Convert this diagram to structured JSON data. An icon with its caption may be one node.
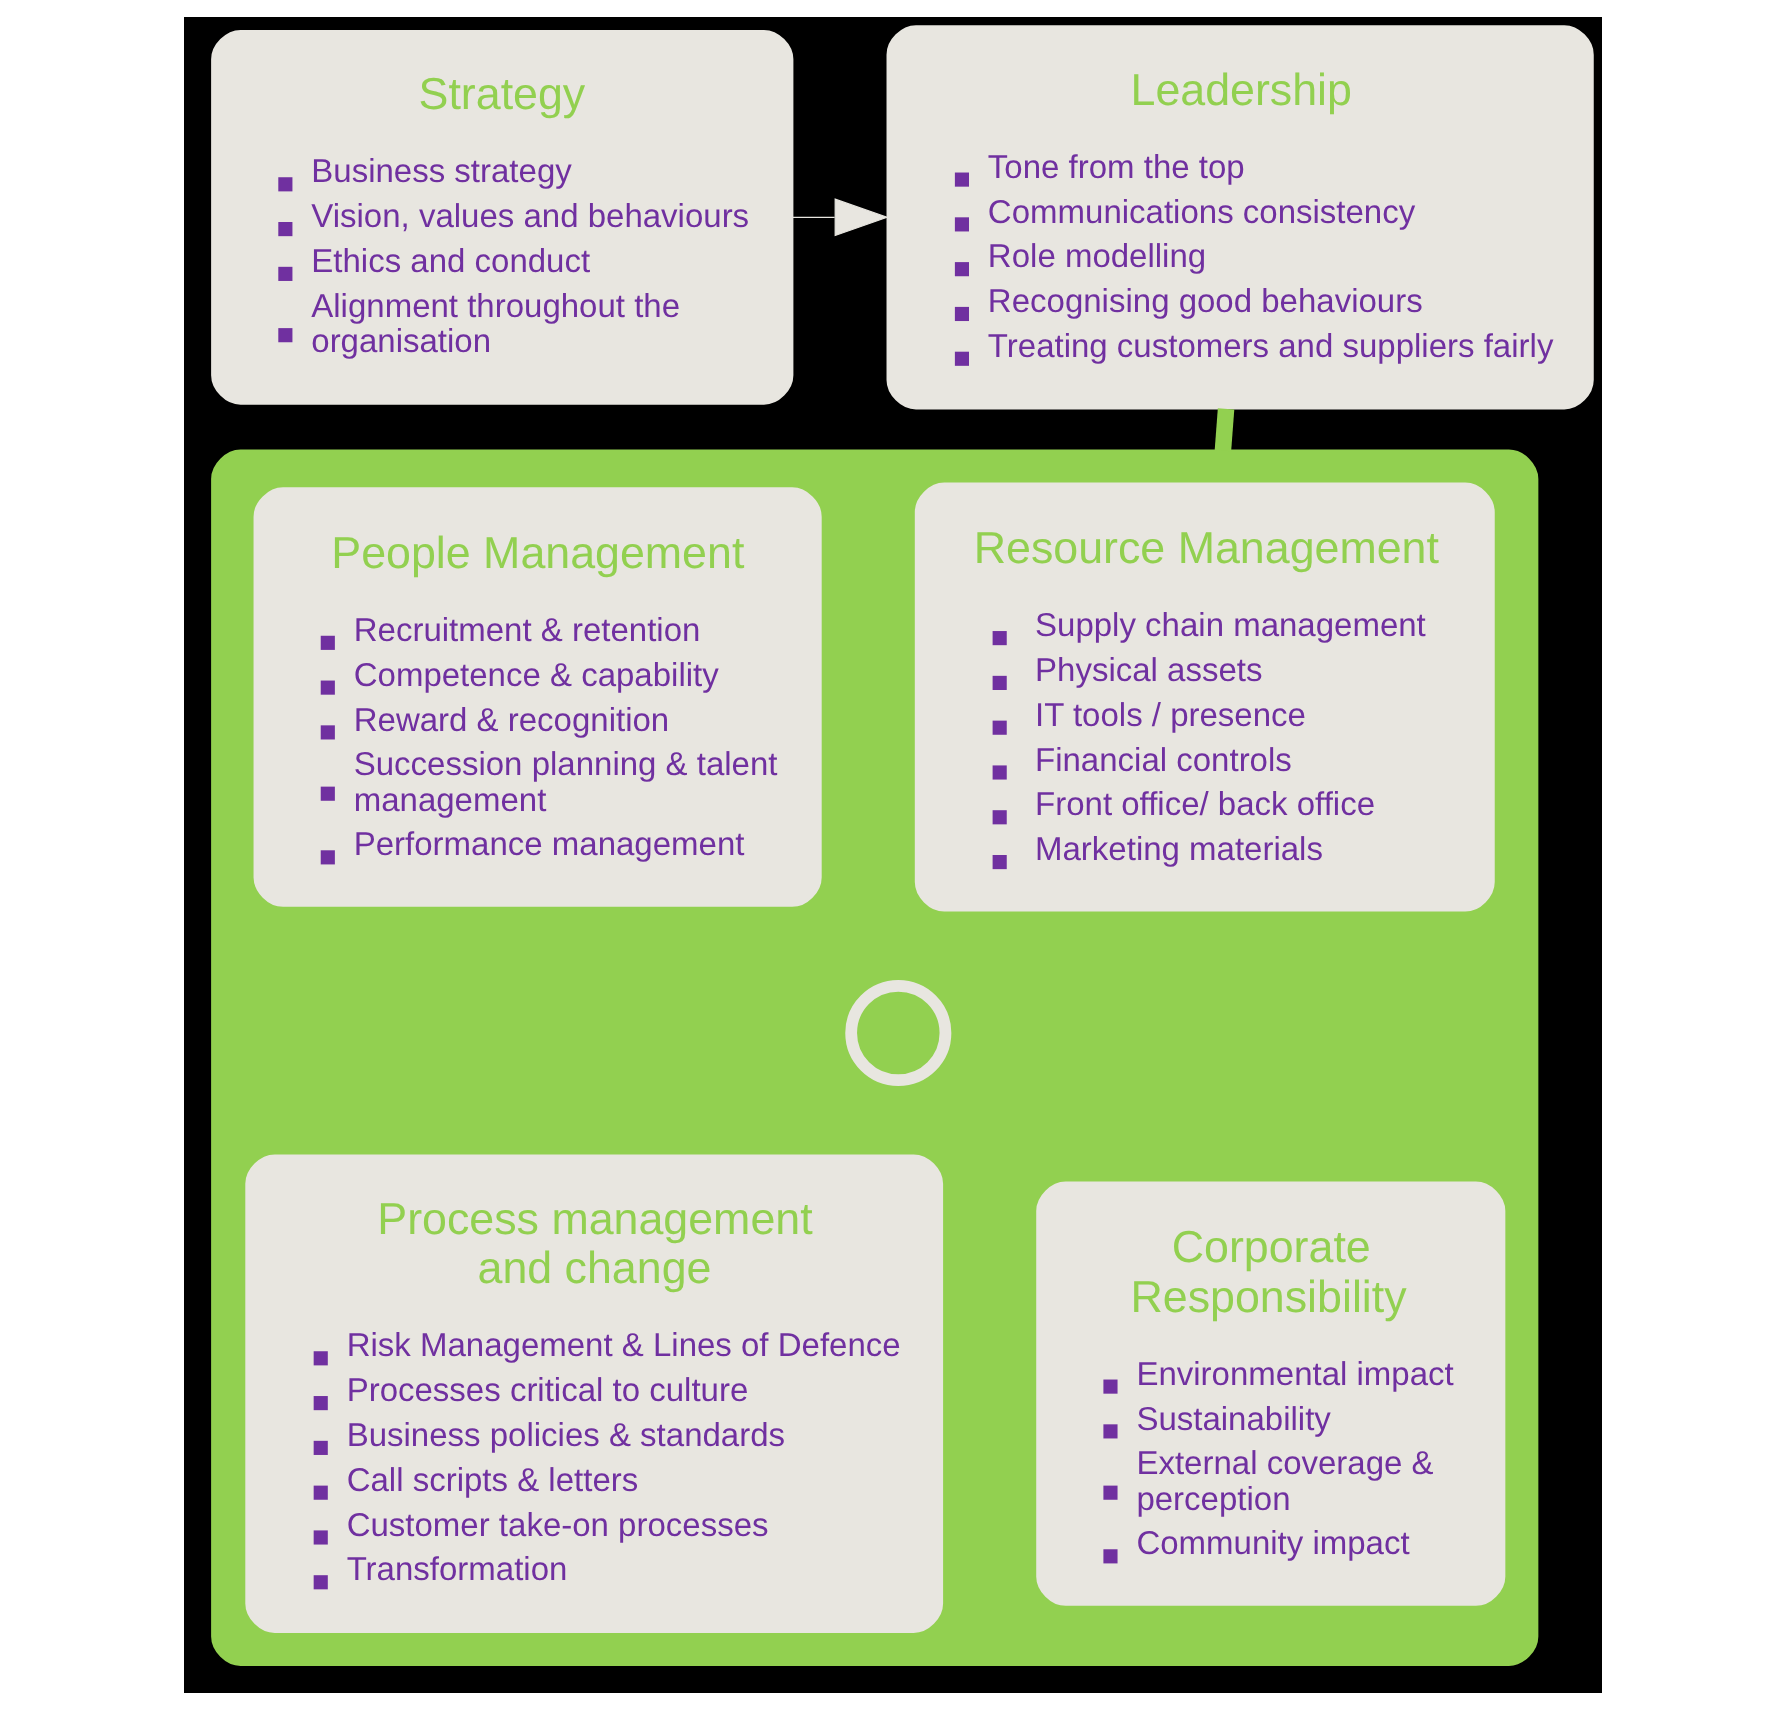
{
  "diagram": {
    "nodes": [
      {
        "text": [
          "Strategy",
          "Business strategy",
          "Vision, values and behaviours",
          "Ethics and conduct",
          "Alignment throughout the organisation"
        ]
      },
      {
        "text": [
          "Leadership",
          "Tone from the top",
          "Communications consistency",
          "Role modelling",
          "Recognising good behaviours",
          "Treating customers and suppliers fairly"
        ]
      },
      {
        "text": [],
        "shape": "box"
      },
      {
        "text": [
          "People Management",
          "Recruitment & retention",
          "Competence & capability",
          "Reward & recognition",
          "Succession planning & talent management",
          "Performance management"
        ],
        "in": 2
      },
      {
        "text": [
          "Resource Management",
          "Supply chain management",
          "Physical assets",
          "IT tools / presence",
          "Financial controls",
          "Front office/ back office",
          "Marketing materials"
        ],
        "in": 2
      },
      {
        "text": [],
        "shape": "circle",
        "in": 2
      },
      {
        "text": [
          "Process management and change",
          "Risk Management & Lines of Defence",
          "Processes critical to culture",
          "Business policies & standards",
          "Call scripts & letters",
          "Customer take-on processes",
          "Transformation"
        ],
        "in": 2
      },
      {
        "text": [
          "Corporate Responsibility",
          "Environmental impact",
          "Sustainability",
          "External coverage & perception",
          "Community impact"
        ],
        "in": 2
      }
    ],
    "edges": [
      {
        "from": 0,
        "to": 1,
        "arrow": "to"
      },
      {
        "from": 1,
        "to": 2,
        "arrow": "none",
        "style": "thick",
        "color": "#92d050"
      }
    ]
  }
}
